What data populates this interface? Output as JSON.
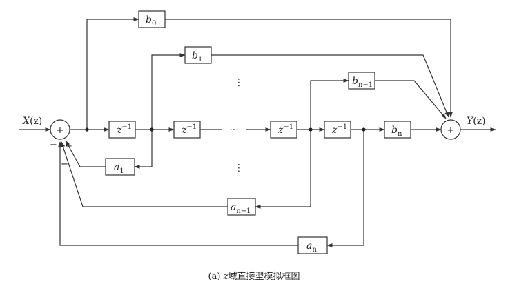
{
  "input": {
    "name": "X",
    "arg": "(z)"
  },
  "output": {
    "name": "Y",
    "arg": "(z)"
  },
  "sum_signs": {
    "plus": "+",
    "minus": "−"
  },
  "feedforward": {
    "b0": {
      "base": "b",
      "sub": "0"
    },
    "b1": {
      "base": "b",
      "sub": "1"
    },
    "bn1": {
      "base": "b",
      "sub": "n−1"
    },
    "bn": {
      "base": "b",
      "sub": "n"
    }
  },
  "feedback": {
    "a1": {
      "base": "a",
      "sub": "1"
    },
    "an1": {
      "base": "a",
      "sub": "n−1"
    },
    "an": {
      "base": "a",
      "sub": "n"
    }
  },
  "delay": {
    "base": "z",
    "exp": "−1"
  },
  "ellipsis": {
    "horizontal": "···",
    "vertical": "⋮"
  },
  "caption": {
    "prefix": "(a) ",
    "var": "z",
    "text": "域直接型模拟框图"
  }
}
